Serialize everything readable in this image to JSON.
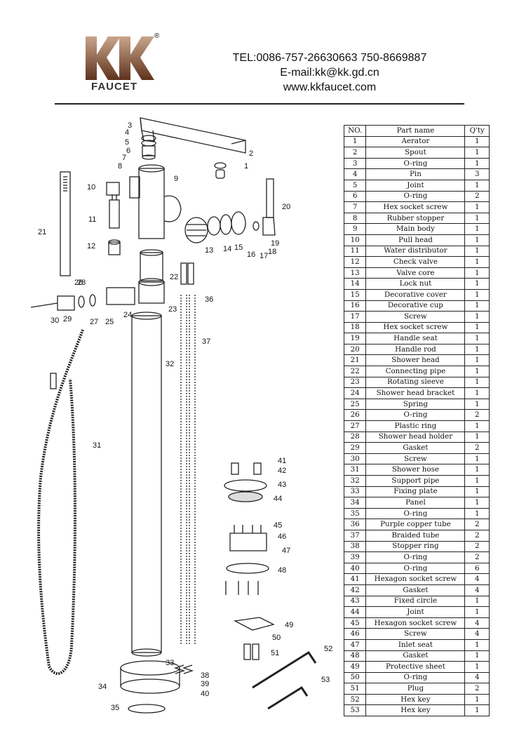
{
  "brand": {
    "logo_letters": "KK",
    "name": "FAUCET",
    "registered": "®"
  },
  "contact": {
    "tel": "TEL:0086-757-26630663 750-8669887",
    "email": "E-mail:kk@kk.gd.cn",
    "web": "www.kkfaucet.com"
  },
  "table": {
    "headers": [
      "NO.",
      "Part name",
      "Q'ty"
    ],
    "rows": [
      [
        "1",
        "Aerator",
        "1"
      ],
      [
        "2",
        "Spout",
        "1"
      ],
      [
        "3",
        "O-ring",
        "1"
      ],
      [
        "4",
        "Pin",
        "3"
      ],
      [
        "5",
        "Joint",
        "1"
      ],
      [
        "6",
        "O-ring",
        "2"
      ],
      [
        "7",
        "Hex socket screw",
        "1"
      ],
      [
        "8",
        "Rubber stopper",
        "1"
      ],
      [
        "9",
        "Main body",
        "1"
      ],
      [
        "10",
        "Pull head",
        "1"
      ],
      [
        "11",
        "Water distributor",
        "1"
      ],
      [
        "12",
        "Check valve",
        "1"
      ],
      [
        "13",
        "Valve core",
        "1"
      ],
      [
        "14",
        "Lock nut",
        "1"
      ],
      [
        "15",
        "Decorative cover",
        "1"
      ],
      [
        "16",
        "Decorative cup",
        "1"
      ],
      [
        "17",
        "Screw",
        "1"
      ],
      [
        "18",
        "Hex socket screw",
        "1"
      ],
      [
        "19",
        "Handle seat",
        "1"
      ],
      [
        "20",
        "Handle rod",
        "1"
      ],
      [
        "21",
        "Shower head",
        "1"
      ],
      [
        "22",
        "Connecting pipe",
        "1"
      ],
      [
        "23",
        "Rotating sleeve",
        "1"
      ],
      [
        "24",
        "Shower head bracket",
        "1"
      ],
      [
        "25",
        "Spring",
        "1"
      ],
      [
        "26",
        "O-ring",
        "2"
      ],
      [
        "27",
        "Plastic ring",
        "1"
      ],
      [
        "28",
        "Shower head holder",
        "1"
      ],
      [
        "29",
        "Gasket",
        "2"
      ],
      [
        "30",
        "Screw",
        "1"
      ],
      [
        "31",
        "Shower hose",
        "1"
      ],
      [
        "32",
        "Support pipe",
        "1"
      ],
      [
        "33",
        "Fixing plate",
        "1"
      ],
      [
        "34",
        "Panel",
        "1"
      ],
      [
        "35",
        "O-ring",
        "1"
      ],
      [
        "36",
        "Purple copper tube",
        "2"
      ],
      [
        "37",
        "Braided tube",
        "2"
      ],
      [
        "38",
        "Stopper ring",
        "2"
      ],
      [
        "39",
        "O-ring",
        "2"
      ],
      [
        "40",
        "O-ring",
        "6"
      ],
      [
        "41",
        "Hexagon socket screw",
        "4"
      ],
      [
        "42",
        "Gasket",
        "4"
      ],
      [
        "43",
        "Fixed circle",
        "1"
      ],
      [
        "44",
        "Joint",
        "1"
      ],
      [
        "45",
        "Hexagon socket screw",
        "4"
      ],
      [
        "46",
        "Screw",
        "4"
      ],
      [
        "47",
        "Inlet seat",
        "1"
      ],
      [
        "48",
        "Gasket",
        "1"
      ],
      [
        "49",
        "Protective sheet",
        "1"
      ],
      [
        "50",
        "O-ring",
        "4"
      ],
      [
        "51",
        "Plug",
        "2"
      ],
      [
        "52",
        "Hex key",
        "1"
      ],
      [
        "53",
        "Hex key",
        "1"
      ]
    ]
  },
  "diagram": {
    "callouts": [
      "1",
      "2",
      "3",
      "4",
      "5",
      "6",
      "7",
      "8",
      "9",
      "10",
      "11",
      "12",
      "13",
      "14",
      "15",
      "16",
      "17",
      "18",
      "19",
      "20",
      "21",
      "22",
      "23",
      "24",
      "25",
      "26",
      "27",
      "28",
      "29",
      "30",
      "31",
      "32",
      "33",
      "34",
      "35",
      "36",
      "37",
      "38",
      "39",
      "40",
      "41",
      "42",
      "43",
      "44",
      "45",
      "46",
      "47",
      "48",
      "49",
      "50",
      "51",
      "52",
      "53"
    ]
  },
  "colors": {
    "logo_top": "#b08a72",
    "logo_bottom": "#6a3a22",
    "text": "#111111"
  }
}
